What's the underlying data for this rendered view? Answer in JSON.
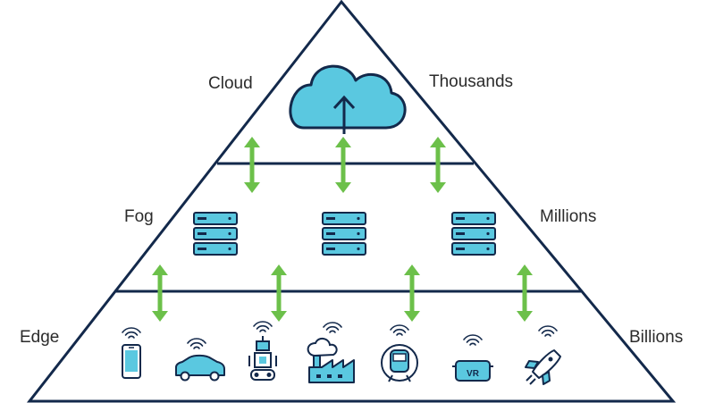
{
  "layers": [
    {
      "name": "Cloud",
      "scale": "Thousands"
    },
    {
      "name": "Fog",
      "scale": "Millions"
    },
    {
      "name": "Edge",
      "scale": "Billions"
    }
  ],
  "colors": {
    "outline": "#13294b",
    "fill": "#5ac8e0",
    "arrow": "#6cc04a",
    "text": "#2b2b2b"
  },
  "icons": {
    "cloud": "cloud-upload-icon",
    "fog": [
      "server-stack-icon",
      "server-stack-icon",
      "server-stack-icon"
    ],
    "edge": [
      "smartphone-icon",
      "car-icon",
      "robot-icon",
      "factory-icon",
      "train-icon",
      "vr-headset-icon",
      "space-shuttle-icon"
    ]
  }
}
